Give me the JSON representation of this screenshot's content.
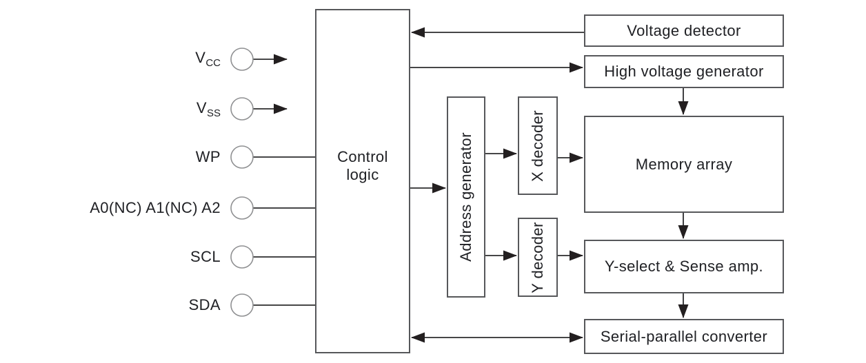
{
  "colors": {
    "background": "#ffffff",
    "box_border": "#56575a",
    "wire": "#2b2b2d",
    "arrow": "#231f20",
    "text": "#202125",
    "pin_circle": "#8f9092"
  },
  "pins": [
    {
      "id": "vcc",
      "base": "V",
      "sub": "CC"
    },
    {
      "id": "vss",
      "base": "V",
      "sub": "SS"
    },
    {
      "id": "wp",
      "base": "WP",
      "sub": ""
    },
    {
      "id": "addr",
      "base": "A0(NC) A1(NC) A2",
      "sub": ""
    },
    {
      "id": "scl",
      "base": "SCL",
      "sub": ""
    },
    {
      "id": "sda",
      "base": "SDA",
      "sub": ""
    }
  ],
  "blocks": {
    "control_logic": "Control logic",
    "address_generator": "Address generator",
    "x_decoder": "X decoder",
    "y_decoder": "Y decoder",
    "voltage_detector": "Voltage detector",
    "high_voltage_generator": "High voltage generator",
    "memory_array": "Memory array",
    "y_select_sense_amp": "Y-select & Sense amp.",
    "serial_parallel_converter": "Serial-parallel converter"
  }
}
